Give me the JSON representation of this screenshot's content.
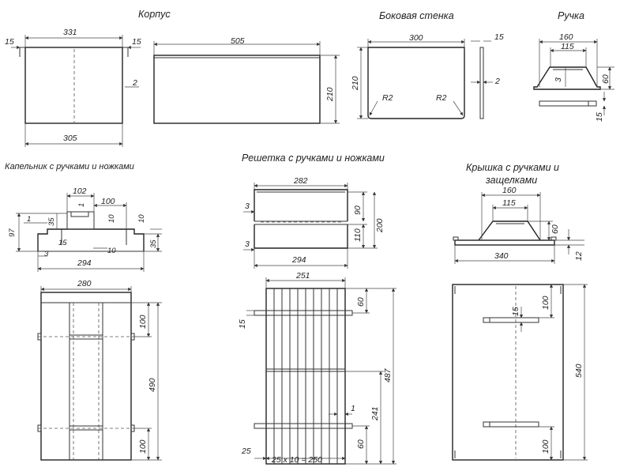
{
  "titles": {
    "korpus": "Корпус",
    "side_wall": "Боковая стенка",
    "handle": "Ручка",
    "drip": "Капельник с ручками и ножками",
    "grate": "Решетка с ручками и ножками",
    "lid_line1": "Крышка с ручками и",
    "lid_line2": "защелками"
  },
  "dims": {
    "k_331": "331",
    "k_15a": "15",
    "k_15b": "15",
    "k_2": "2",
    "k_305": "305",
    "k_505": "505",
    "k_210": "210",
    "sw_300": "300",
    "sw_15": "15",
    "sw_210": "210",
    "sw_2": "2",
    "sw_r2a": "R2",
    "sw_r2b": "R2",
    "h_160": "160",
    "h_115": "115",
    "h_3": "3",
    "h_60": "60",
    "h_15": "15",
    "d_102": "102",
    "d_100": "100",
    "d_1a": "1",
    "d_10a": "10",
    "d_10b": "10",
    "d_97": "97",
    "d_1b": "1",
    "d_35a": "35",
    "d_15": "15",
    "d_35b": "35",
    "d_3": "3",
    "d_10c": "10",
    "d_294": "294",
    "d_280": "280",
    "d_100t": "100",
    "d_490": "490",
    "d_100b": "100",
    "g_282": "282",
    "g_3a": "3",
    "g_90": "90",
    "g_200": "200",
    "g_3b": "3",
    "g_110": "110",
    "g_294": "294",
    "g_251": "251",
    "g_60a": "60",
    "g_15": "15",
    "g_487": "487",
    "g_1": "1",
    "g_241": "241",
    "g_60b": "60",
    "g_25": "25",
    "g_formula": "25 x 10 = 250",
    "l_160": "160",
    "l_115": "115",
    "l_60": "60",
    "l_340": "340",
    "l_12": "12",
    "l_15": "15",
    "l_100a": "100",
    "l_540": "540",
    "l_100b": "100"
  }
}
